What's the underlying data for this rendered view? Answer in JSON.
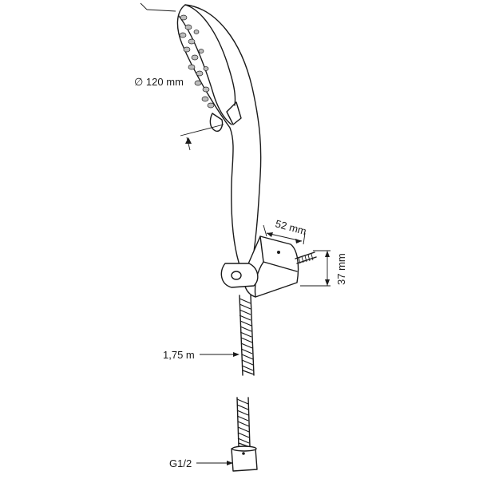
{
  "dimensions": {
    "head_diameter": "∅ 120 mm",
    "holder_depth": "52 mm",
    "holder_height": "37 mm",
    "hose_length": "1,75 m",
    "thread": "G1/2"
  }
}
